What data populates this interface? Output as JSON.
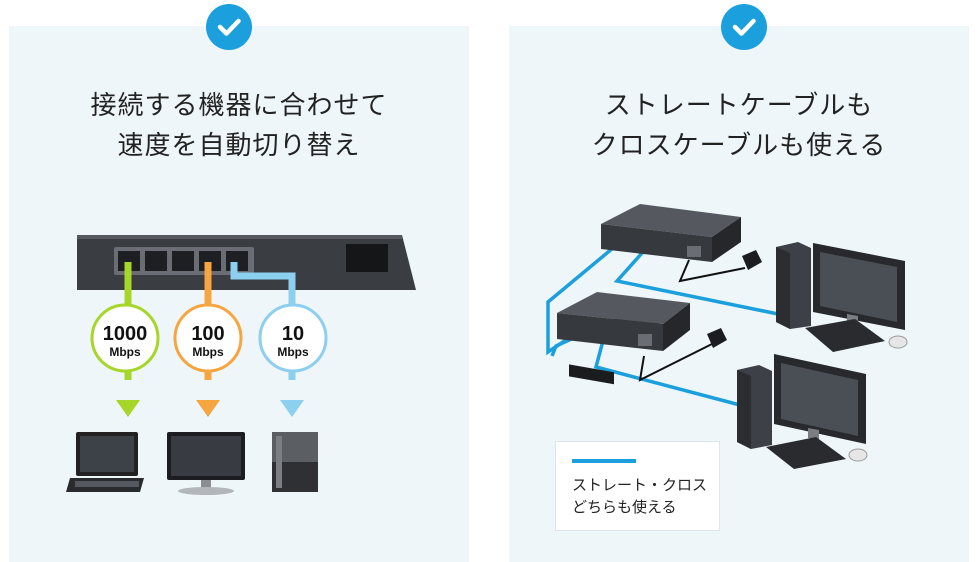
{
  "left_panel": {
    "title_line1": "接続する機器に合わせて",
    "title_line2": "速度を自動切り替え",
    "speeds": [
      {
        "value": "1000",
        "unit": "Mbps",
        "color": "#a6d629"
      },
      {
        "value": "100",
        "unit": "Mbps",
        "color": "#f7a541"
      },
      {
        "value": "10",
        "unit": "Mbps",
        "color": "#8ccfef"
      }
    ],
    "devices": [
      "laptop-icon",
      "monitor-icon",
      "nas-icon"
    ]
  },
  "right_panel": {
    "title_line1": "ストレートケーブルも",
    "title_line2": "クロスケーブルも使える",
    "legend_line1": "ストレート・クロス",
    "legend_line2": "どちらも使える",
    "cable_color": "#1ba0dd"
  },
  "colors": {
    "background_panel": "#eef6f9",
    "check_badge": "#1ba0dd",
    "switch_body": "#3a3d42"
  }
}
